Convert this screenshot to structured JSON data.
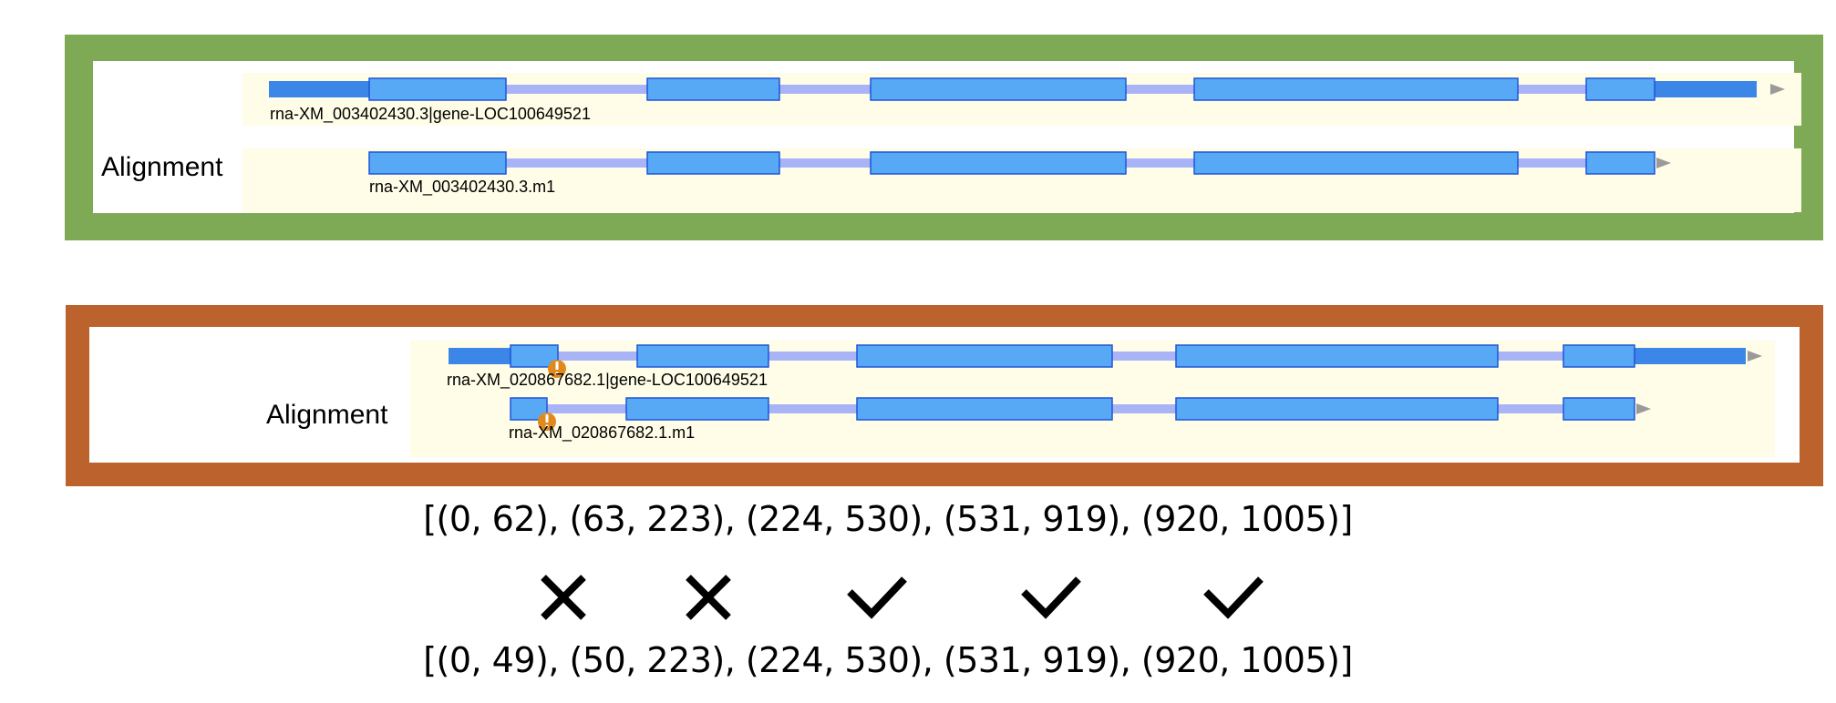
{
  "panels": [
    {
      "id": "green",
      "label": "Alignment",
      "border_color": "#7faa55",
      "tracks": [
        {
          "name": "rna-XM_003402430.3|gene-LOC100649521"
        },
        {
          "name": "rna-XM_003402430.3.m1"
        }
      ]
    },
    {
      "id": "orange",
      "label": "Alignment",
      "border_color": "#bb622d",
      "tracks": [
        {
          "name": "rna-XM_020867682.1|gene-LOC100649521"
        },
        {
          "name": "rna-XM_020867682.1.m1"
        }
      ]
    }
  ],
  "ranges": {
    "top": "[(0, 62), (63, 223), (224, 530), (531, 919), (920, 1005)]",
    "bottom": "[(0, 49), (50, 223), (224, 530), (531, 919), (920, 1005)]"
  },
  "matches": [
    "cross",
    "cross",
    "check",
    "check",
    "check"
  ],
  "colors": {
    "track_bg": "#fffde7",
    "exon_fill": "#57a8f5",
    "exon_stroke": "#1f55d9",
    "utr": "#3b86e6",
    "intron": "#a9b4f7",
    "arrow": "#9a9a9a",
    "warning": "#e08a1e"
  }
}
